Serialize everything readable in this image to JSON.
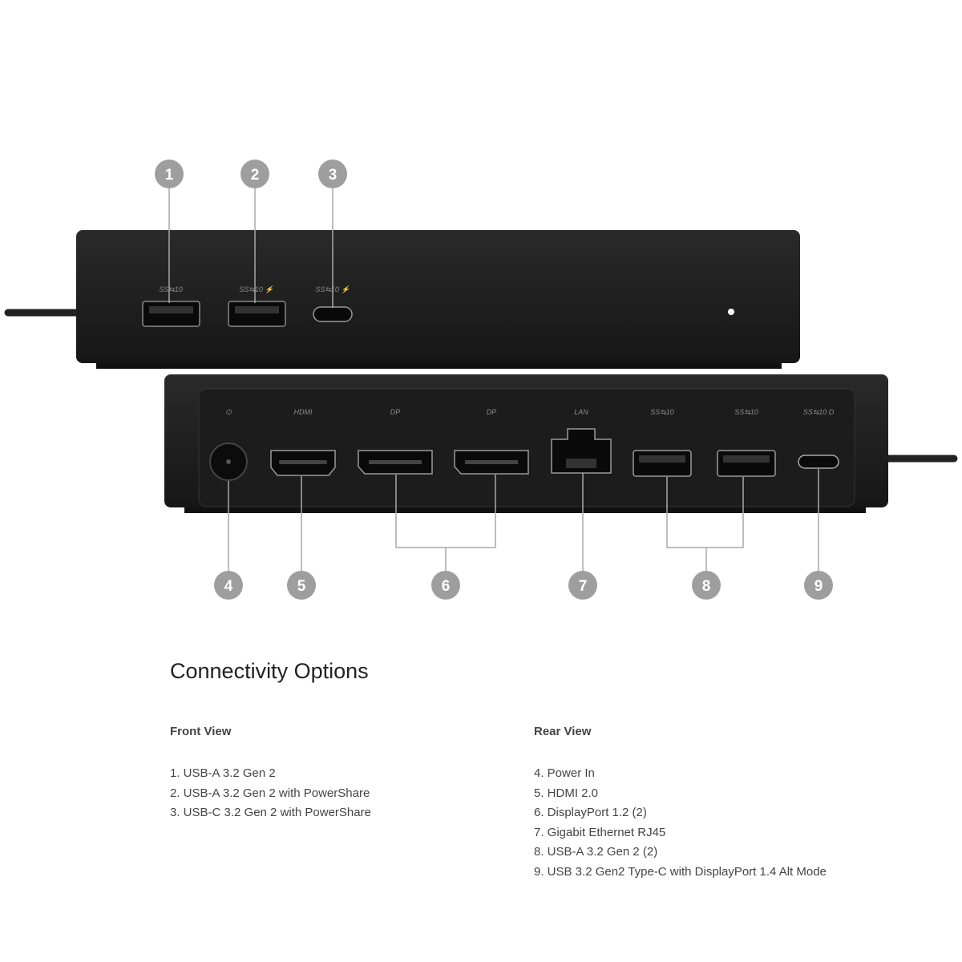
{
  "callouts": [
    "1",
    "2",
    "3",
    "4",
    "5",
    "6",
    "7",
    "8",
    "9"
  ],
  "port_icons": {
    "front_usb1": "SS⇆10",
    "front_usb2": "SS⇆10 ⚡",
    "front_usbc": "SS⇆10 ⚡",
    "rear_power": "⏻",
    "rear_hdmi": "HDMI",
    "rear_dp1": "DP",
    "rear_dp2": "DP",
    "rear_lan": "LAN",
    "rear_usb1": "SS⇆10",
    "rear_usb2": "SS⇆10",
    "rear_usbc": "SS⇆10 D"
  },
  "colors": {
    "callout": "#9e9e9e",
    "device": "#1e1e1e",
    "line": "#a8a8a8"
  },
  "section": {
    "title": "Connectivity Options",
    "front": {
      "heading": "Front View",
      "items": [
        "1. USB-A 3.2 Gen 2",
        "2. USB-A 3.2 Gen 2 with PowerShare",
        "3. USB-C 3.2 Gen 2 with PowerShare"
      ]
    },
    "rear": {
      "heading": "Rear View",
      "items": [
        "4. Power In",
        "5. HDMI 2.0",
        "6. DisplayPort 1.2 (2)",
        "7. Gigabit Ethernet RJ45",
        "8. USB-A 3.2 Gen 2 (2)",
        "9. USB 3.2 Gen2 Type-C with DisplayPort 1.4 Alt Mode"
      ]
    }
  }
}
